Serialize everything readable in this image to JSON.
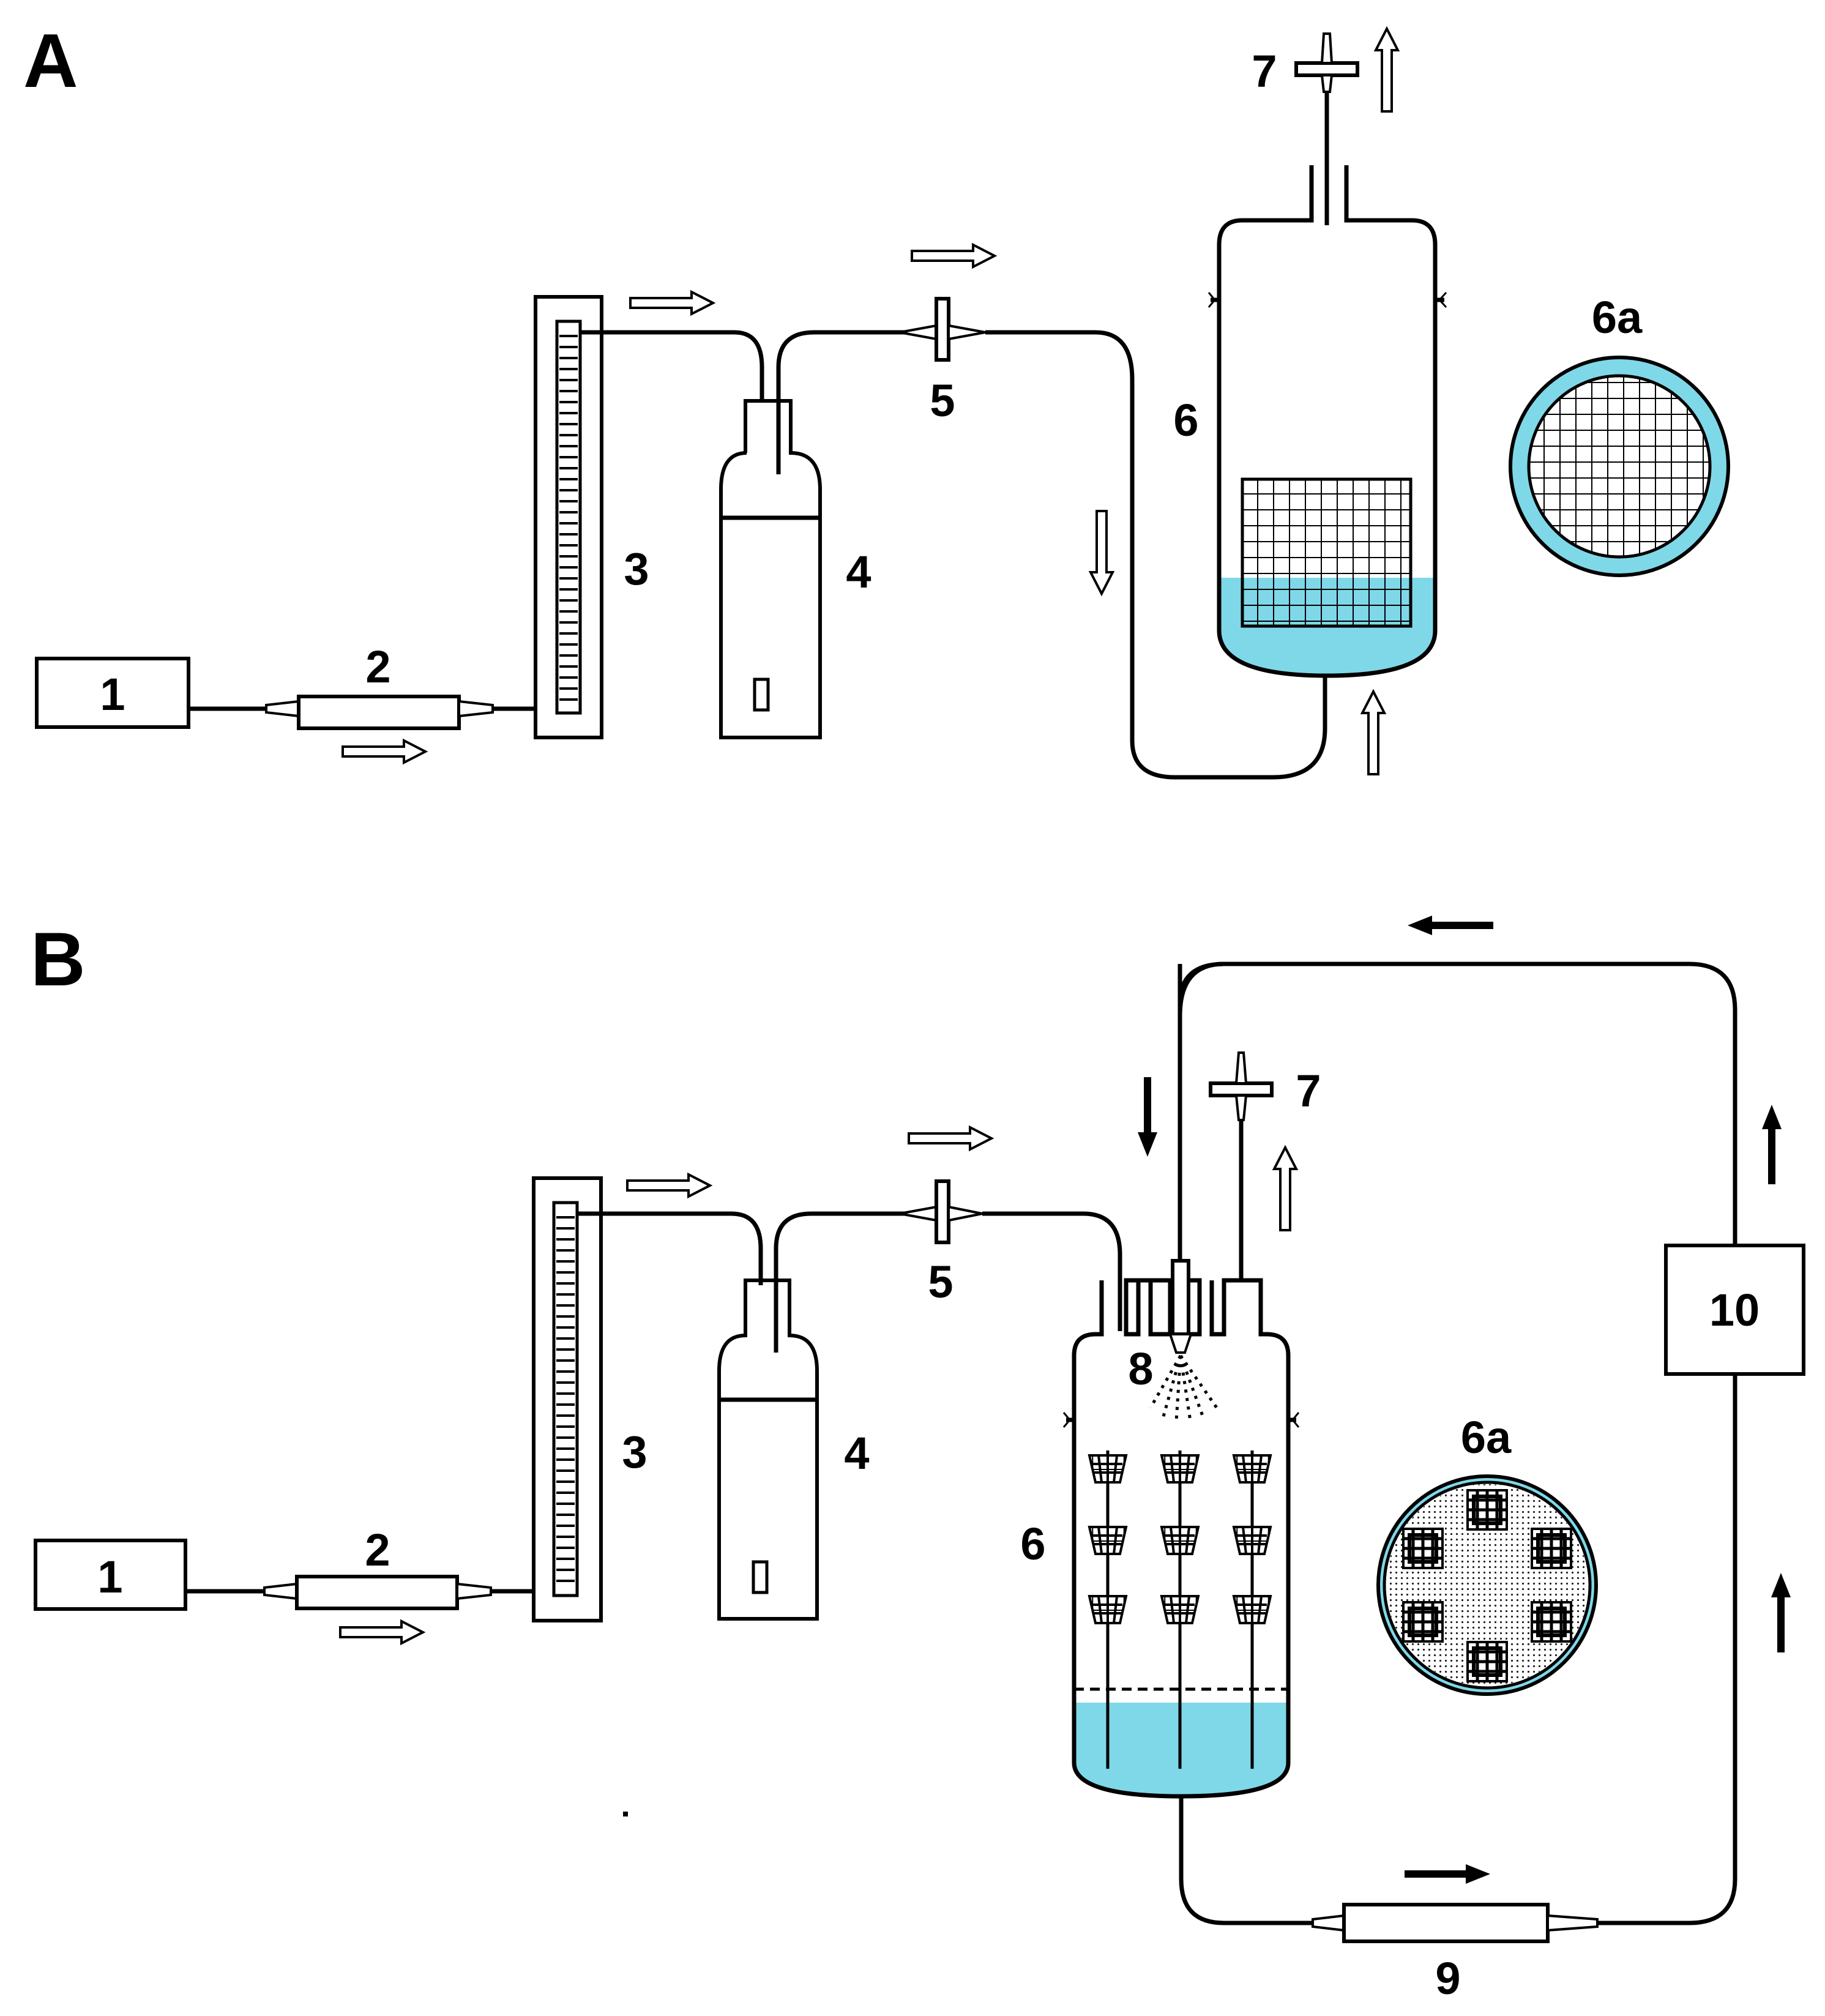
{
  "panels": {
    "a": {
      "letter": "A"
    },
    "b": {
      "letter": "B"
    }
  },
  "labels": {
    "a_1": "1",
    "a_2": "2",
    "a_3": "3",
    "a_4": "4",
    "a_5": "5",
    "a_6": "6",
    "a_6a": "6a",
    "a_7": "7",
    "b_1": "1",
    "b_2": "2",
    "b_3": "3",
    "b_4": "4",
    "b_5": "5",
    "b_6": "6",
    "b_6a": "6a",
    "b_7": "7",
    "b_8": "8",
    "b_9": "9",
    "b_10": "10"
  },
  "colors": {
    "liquid": "#7fd8e8",
    "line": "#000000",
    "background": "#ffffff"
  },
  "icons": {
    "gas_flow_arrow": "hollow-arrow-icon",
    "liquid_flow_arrow": "solid-arrow-icon"
  }
}
